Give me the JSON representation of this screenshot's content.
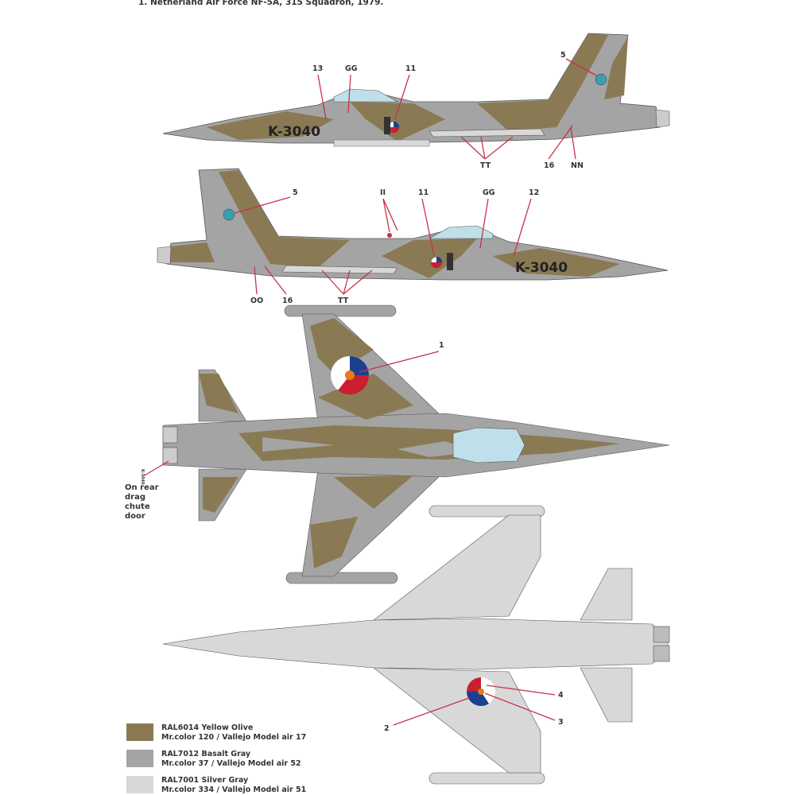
{
  "title": "1. Netherland Air Force NF-5A, 315 Squadron, 1979.",
  "colors": {
    "olive": "#8a7a54",
    "basalt": "#a4a4a4",
    "silver": "#d8d8d8",
    "callout": "#c8324a",
    "canopy": "#bfe0ea"
  },
  "serial": "K-3040",
  "profile_left": {
    "callouts": [
      "13",
      "GG",
      "11",
      "5",
      "TT",
      "16",
      "NN"
    ]
  },
  "profile_right": {
    "callouts": [
      "5",
      "II",
      "11",
      "GG",
      "12",
      "OO",
      "16",
      "TT"
    ]
  },
  "top_view": {
    "callouts": [
      "1"
    ],
    "rear_serial": "K-3040",
    "note": "On rear drag chute door"
  },
  "bottom_view": {
    "callouts": [
      "4",
      "2",
      "3"
    ]
  },
  "legend": [
    {
      "name": "RAL6014 Yellow Olive",
      "paints": "Mr.color 120 / Vallejo Model air 17",
      "color": "#8a7a54"
    },
    {
      "name": "RAL7012 Basalt Gray",
      "paints": "Mr.color 37 / Vallejo Model air 52",
      "color": "#a4a4a4"
    },
    {
      "name": "RAL7001 Silver Gray",
      "paints": "Mr.color 334 / Vallejo Model air 51",
      "color": "#d8d8d8"
    }
  ]
}
